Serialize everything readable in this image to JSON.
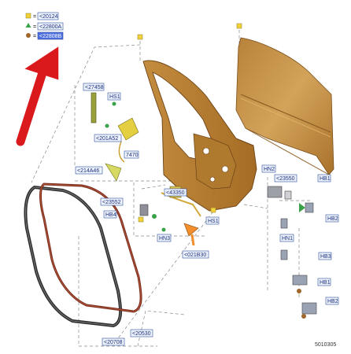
{
  "legend": {
    "items": [
      {
        "marker": "square",
        "color": "#f2d23c",
        "sep": "=",
        "code": "<20124"
      },
      {
        "marker": "triangle",
        "color": "#3aa34a",
        "sep": "=",
        "code": "<22800A"
      },
      {
        "marker": "circle",
        "color": "#a0672a",
        "sep": "=",
        "code": "<22808B"
      }
    ]
  },
  "callouts": {
    "c27458": "<27458",
    "hs1_top": "HS1",
    "c201a52": "<201A52",
    "c7470": "7470",
    "c214a46": "<214A46",
    "c43350": "<43350",
    "c23552": "<23552",
    "hb4": "HB4",
    "hn3": "HN3",
    "hs1_bottom": "HS1",
    "c021b30": "<021B30",
    "hn2": "HN2",
    "c23550": "<23550",
    "hb1_top": "HB1",
    "hb2_top": "HB2",
    "hn1": "HN1",
    "hb3": "HB3",
    "hb1_bottom": "HB1",
    "hb2_bottom": "HB2",
    "c20530": "<20530",
    "c20708": "<20708"
  },
  "figure_code": "5010305",
  "colors": {
    "callout_border": "#2e4f9c",
    "callout_fill": "#eef3ff",
    "callout_text": "#1a2f7a",
    "legend_highlight": "#4f6fe0",
    "door_frame": "#c8913e",
    "door_skin": "#c79546",
    "seal_dark": "#2e2e2e",
    "seal_brown": "#7a2c1e",
    "arrow_red": "#d9191c"
  }
}
